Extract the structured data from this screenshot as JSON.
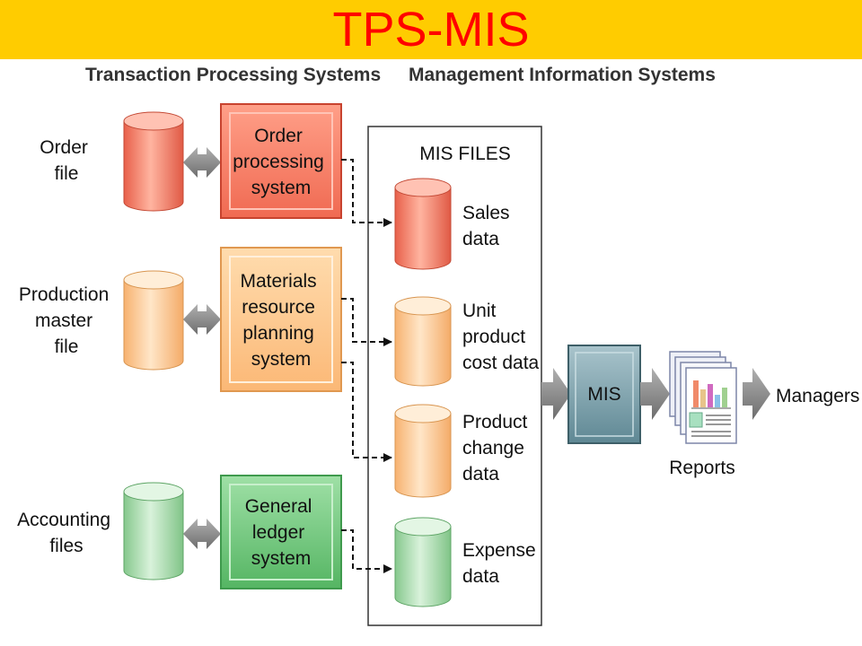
{
  "title": "TPS-MIS",
  "headers": {
    "tps": "Transaction Processing Systems",
    "mis": "Management Information Systems"
  },
  "tps_files": {
    "order": [
      "Order",
      "file"
    ],
    "production": [
      "Production",
      "master",
      "file"
    ],
    "accounting": [
      "Accounting",
      "files"
    ]
  },
  "tps_systems": {
    "order_processing": [
      "Order",
      "processing",
      "system"
    ],
    "materials": [
      "Materials",
      "resource",
      "planning",
      "system"
    ],
    "ledger": [
      "General",
      "ledger",
      "system"
    ]
  },
  "mis_files": {
    "title": "MIS FILES",
    "sales": [
      "Sales",
      "data"
    ],
    "unit_cost": [
      "Unit",
      "product",
      "cost data"
    ],
    "product_change": [
      "Product",
      "change",
      "data"
    ],
    "expense": [
      "Expense",
      "data"
    ]
  },
  "mis_box": "MIS",
  "reports": "Reports",
  "managers": "Managers",
  "colors": {
    "banner": "#ffcc00",
    "title": "#ff0000",
    "red": "#f4806a",
    "orange": "#fcc78e",
    "green": "#9ad7a0",
    "mis": "#6f95a0",
    "arrow": "#8a8a8a"
  }
}
